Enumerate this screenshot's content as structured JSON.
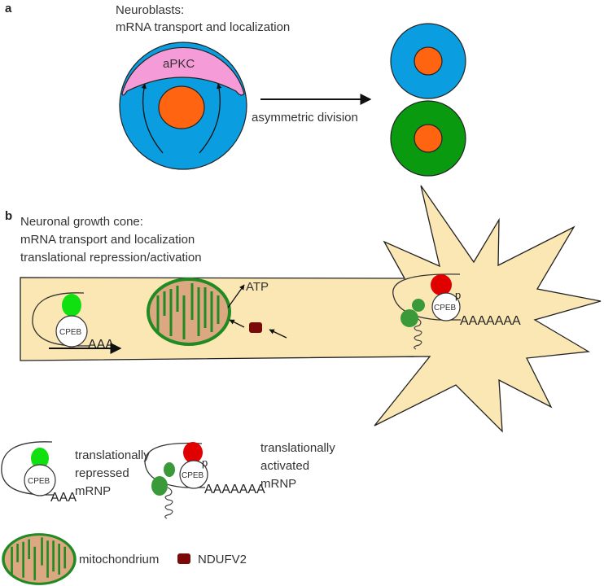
{
  "panel_a": {
    "label": "a",
    "title_line1": "Neuroblasts:",
    "title_line2": "mRNA transport and localization",
    "crescent_label": "aPKC",
    "arrow_label": "asymmetric division"
  },
  "panel_b": {
    "label": "b",
    "title_line1": "Neuronal growth cone:",
    "title_line2": "mRNA transport and localization",
    "title_line3": "translational repression/activation",
    "atp_label": "ATP",
    "cpeb_label": "CPEB",
    "phospho_label": "p",
    "short_tail": "AAA",
    "long_tail": "AAAAAAA"
  },
  "legend": {
    "repressed_line1": "translationally",
    "repressed_line2": "repressed",
    "repressed_line3": "mRNP",
    "activated_line1": "translationally",
    "activated_line2": "activated",
    "activated_line3": "mRNP",
    "mitochondrium": "mitochondrium",
    "ndufv2": "NDUFV2"
  },
  "colors": {
    "cell_blue": "#0a9ee0",
    "nucleus_orange": "#ff6410",
    "apkc_pink": "#f59bd8",
    "daughter_green": "#0a9a10",
    "cytoplasm": "#fbe7b3",
    "repressor_green": "#10e010",
    "ribosome_green": "#3a9a3a",
    "cpeb_phospho_red": "#e00000",
    "mito_fill": "#dba882",
    "mito_green": "#228a22",
    "ndufv2": "#7a0a0a"
  }
}
